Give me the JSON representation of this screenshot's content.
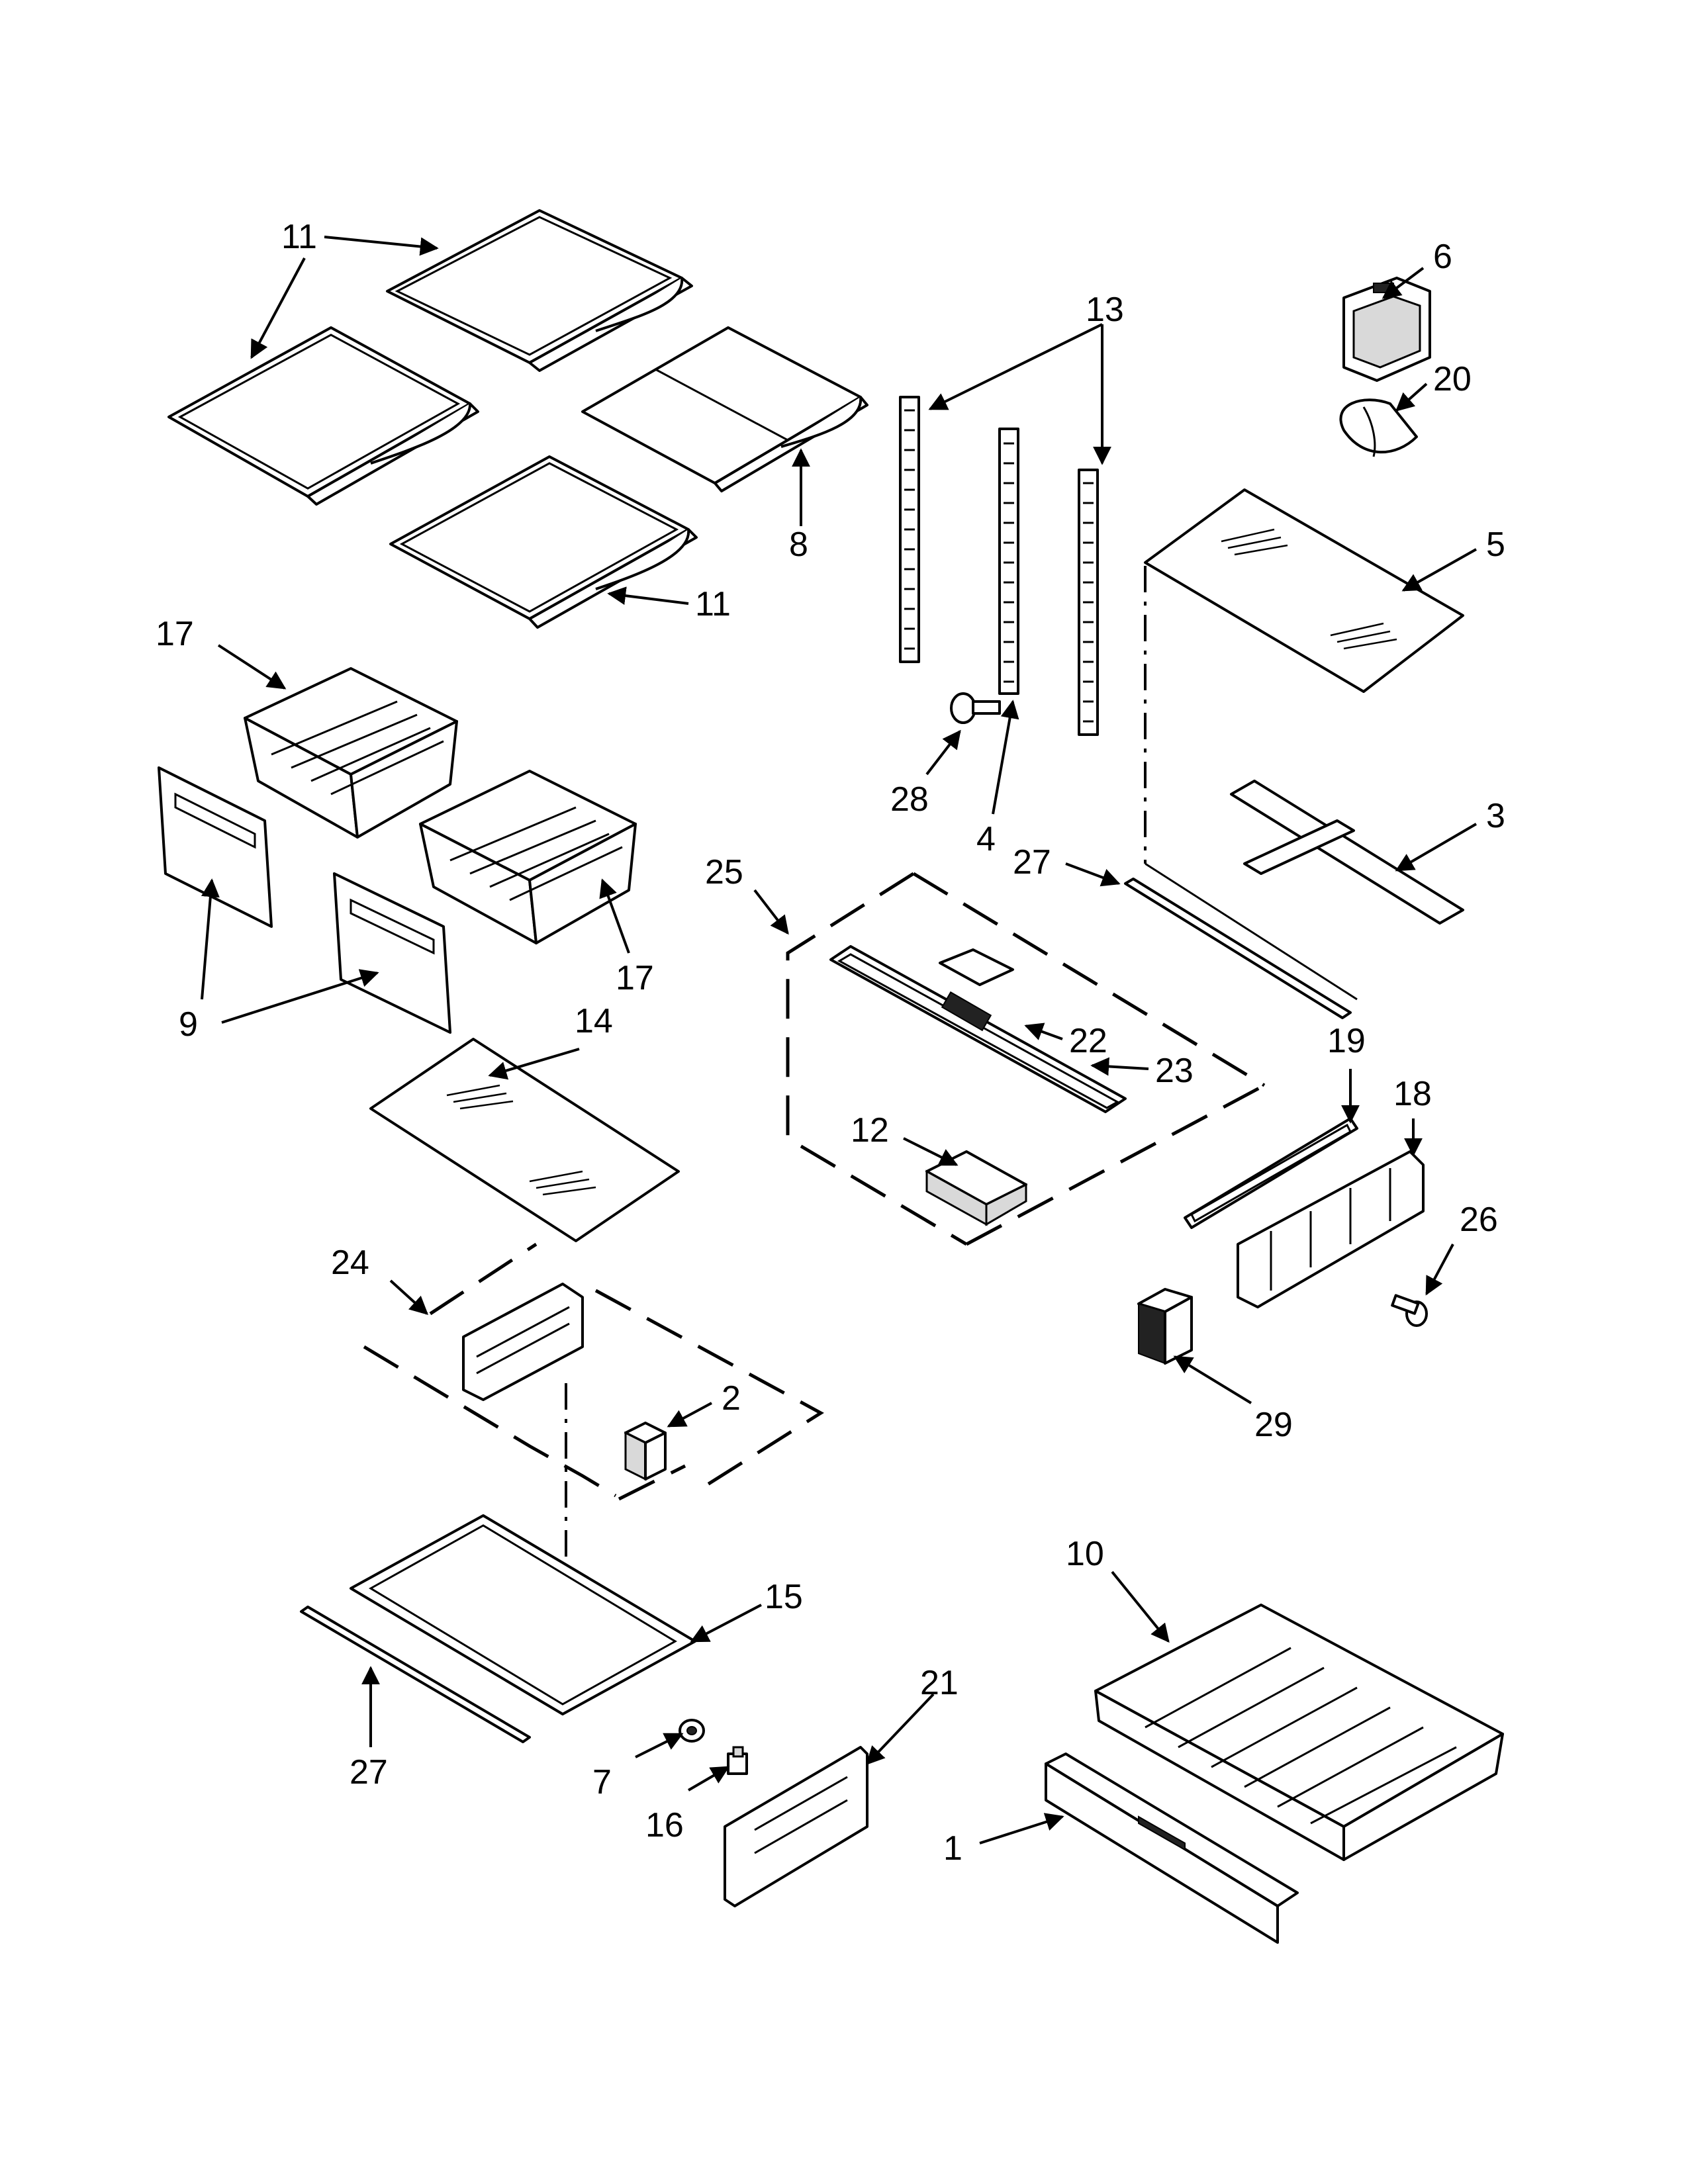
{
  "callouts": [
    "1",
    "2",
    "3",
    "4",
    "5",
    "6",
    "7",
    "8",
    "9",
    "10",
    "11",
    "12",
    "13",
    "14",
    "15",
    "16",
    "17",
    "18",
    "19",
    "20",
    "21",
    "22",
    "23",
    "24",
    "25",
    "26",
    "27",
    "28",
    "29"
  ],
  "colors": {
    "line": "#000000",
    "background": "#ffffff",
    "shading": "#d9d9d9"
  }
}
